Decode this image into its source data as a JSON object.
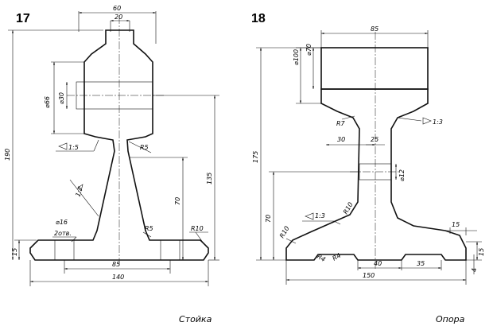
{
  "figures": [
    {
      "number": "17",
      "caption": "Стойка",
      "dims": {
        "top_width": "60",
        "neck_width": "20",
        "hole_outer": "⌀66",
        "hole_inner": "⌀30",
        "taper_upper": "1:5",
        "fillet_upper": "R5",
        "total_height": "190",
        "height_upper": "135",
        "height_lower": "70",
        "taper_lower": "1:7",
        "bolt_holes": "⌀16",
        "holes_count": "2отв.",
        "fillet_lower": "R5",
        "fillet_base": "R10",
        "base_thickness": "15",
        "base_inner": "85",
        "base_total": "140"
      }
    },
    {
      "number": "18",
      "caption": "Опора",
      "dims": {
        "top_width": "85",
        "dia_outer": "⌀100",
        "dia_inner": "⌀70",
        "fillet_top": "R7",
        "taper_upper": "1:3",
        "half_width": "30",
        "web": "25",
        "hole": "⌀12",
        "total_height": "175",
        "height_lower": "70",
        "taper_lower": "1:3",
        "fillet_web": "R10",
        "fillet_base": "R10",
        "r4a": "R4",
        "r4b": "R4",
        "slot": "40",
        "slot_side": "35",
        "base_total": "150",
        "foot_width": "15",
        "foot_height": "15",
        "recess": "4"
      }
    }
  ]
}
